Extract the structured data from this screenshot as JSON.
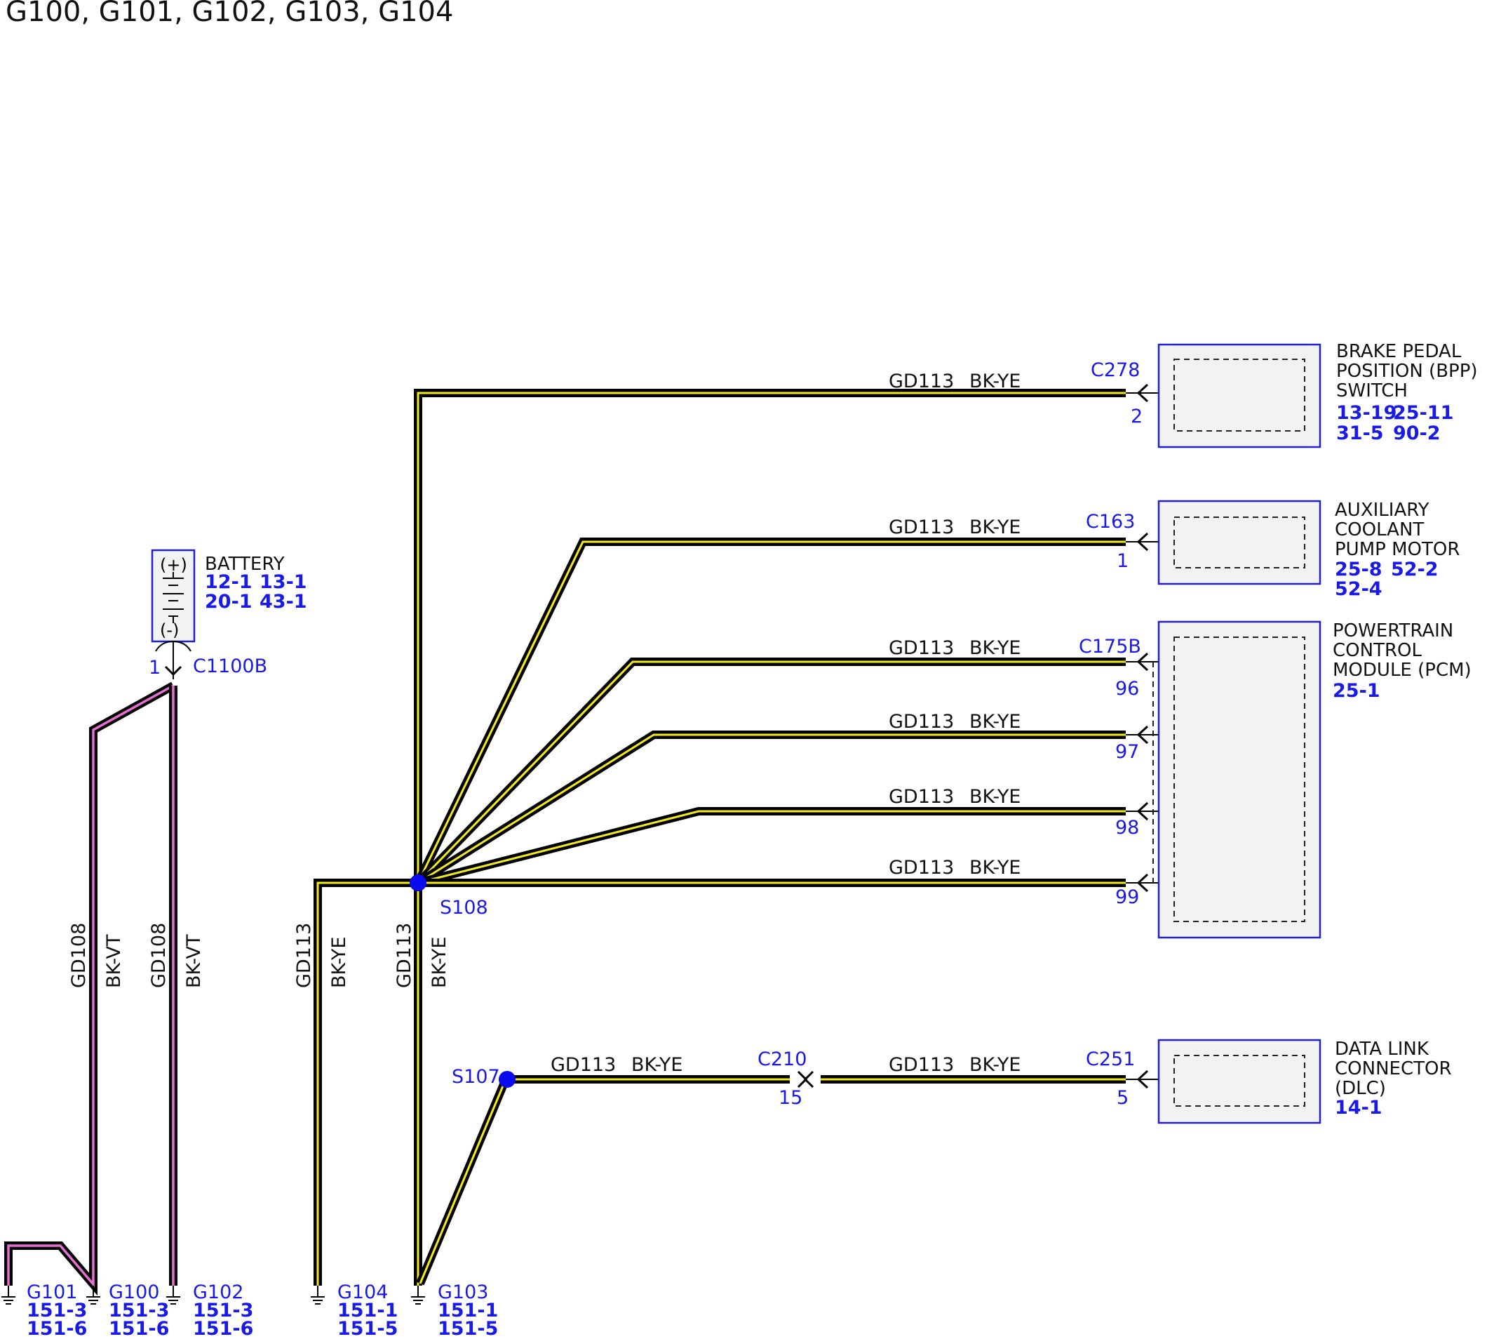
{
  "title": "G100, G101, G102, G103, G104",
  "wire_circuit_ground_bkye": "GD113",
  "wire_color_bkye": "BK-YE",
  "wire_circuit_ground_bkvt": "GD108",
  "wire_color_bkvt": "BK-VT",
  "colors": {
    "wire_outer": "#000000",
    "stripe_yellow": "#f2ea1c",
    "stripe_violet": "#e86fd2",
    "reference_blue": "#1a1ae6",
    "component_fill": "#f2f2f2"
  },
  "components": {
    "bpp": {
      "name_lines": [
        "BRAKE PEDAL",
        "POSITION (BPP)",
        "SWITCH"
      ],
      "refs": [
        "13-19",
        "25-11",
        "31-5",
        "90-2"
      ],
      "connector": "C278",
      "pin": "2"
    },
    "acp": {
      "name_lines": [
        "AUXILIARY",
        "COOLANT",
        "PUMP MOTOR"
      ],
      "refs": [
        "25-8",
        "52-2",
        "52-4"
      ],
      "connector": "C163",
      "pin": "1"
    },
    "pcm": {
      "name_lines": [
        "POWERTRAIN",
        "CONTROL",
        "MODULE (PCM)"
      ],
      "refs": [
        "25-1"
      ],
      "connector": "C175B",
      "pins": [
        "96",
        "97",
        "98",
        "99"
      ]
    },
    "dlc": {
      "name_lines": [
        "DATA LINK",
        "CONNECTOR",
        "(DLC)"
      ],
      "refs": [
        "14-1"
      ],
      "connector": "C251",
      "pin": "5"
    },
    "battery": {
      "name": "BATTERY",
      "refs": [
        "12-1",
        "13-1",
        "20-1",
        "43-1"
      ],
      "plus": "(+)",
      "minus": "(-)",
      "connector": "C1100B",
      "pin": "1"
    }
  },
  "inline_connector": {
    "name": "C210",
    "pin": "15"
  },
  "splices": [
    "S108",
    "S107"
  ],
  "grounds": [
    {
      "name": "G101",
      "refs": [
        "151-3",
        "151-6"
      ]
    },
    {
      "name": "G100",
      "refs": [
        "151-3",
        "151-6"
      ]
    },
    {
      "name": "G102",
      "refs": [
        "151-3",
        "151-6"
      ]
    },
    {
      "name": "G104",
      "refs": [
        "151-1",
        "151-5"
      ]
    },
    {
      "name": "G103",
      "refs": [
        "151-1",
        "151-5"
      ]
    }
  ]
}
